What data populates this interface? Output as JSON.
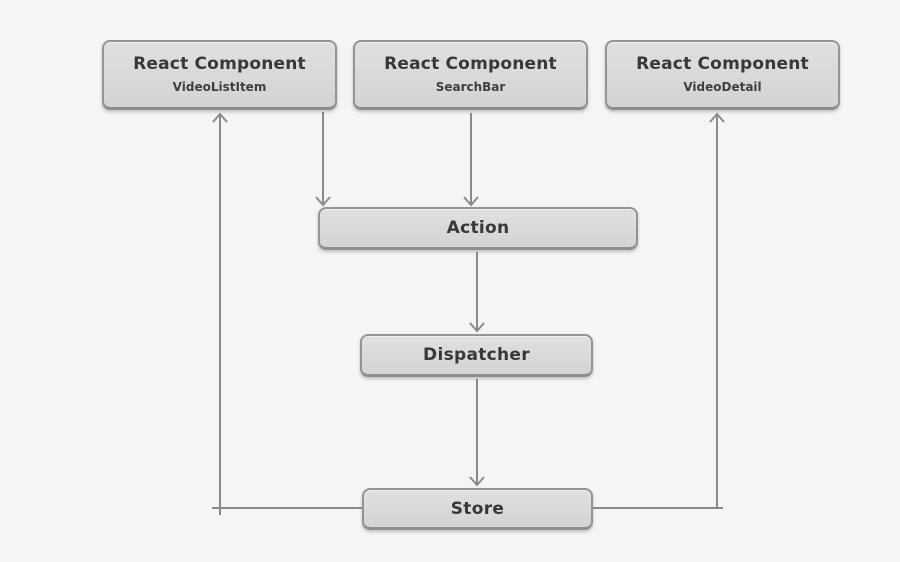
{
  "diagram": {
    "name": "flux-architecture",
    "background_color": "#f5f5f4",
    "box_fill_color": "#d9d9d9",
    "box_border_color": "#949494",
    "arrow_color": "#8a8a8a",
    "text_color": "#383838",
    "nodes": {
      "video_list_item": {
        "title": "React Component",
        "subtitle": "VideoListItem"
      },
      "search_bar": {
        "title": "React Component",
        "subtitle": "SearchBar"
      },
      "video_detail": {
        "title": "React Component",
        "subtitle": "VideoDetail"
      },
      "action": {
        "label": "Action"
      },
      "dispatcher": {
        "label": "Dispatcher"
      },
      "store": {
        "label": "Store"
      }
    },
    "edges": [
      {
        "from": "VideoListItem",
        "to": "Action",
        "direction": "down"
      },
      {
        "from": "SearchBar",
        "to": "Action",
        "direction": "down"
      },
      {
        "from": "Action",
        "to": "Dispatcher",
        "direction": "down"
      },
      {
        "from": "Dispatcher",
        "to": "Store",
        "direction": "down"
      },
      {
        "from": "Store",
        "to": "VideoListItem",
        "direction": "up"
      },
      {
        "from": "Store",
        "to": "VideoDetail",
        "direction": "up"
      }
    ]
  }
}
